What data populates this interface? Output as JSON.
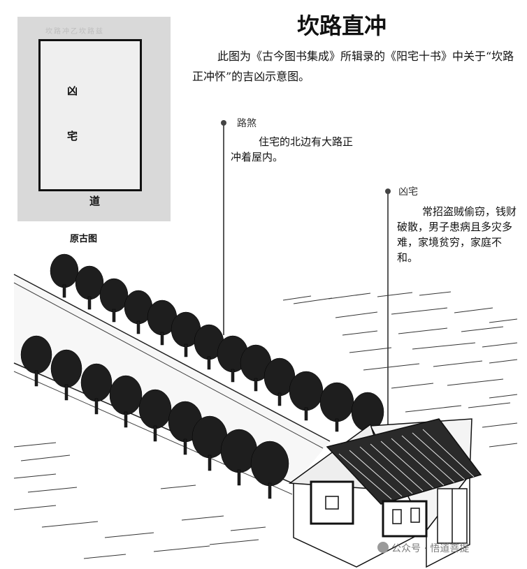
{
  "title": "坎路直冲",
  "intro": "此图为《古今图书集成》所辑录的《阳宅十书》中关于“坎路正冲怀”的吉凶示意图。",
  "original_figure": {
    "ghost_text": "坎路冲乙坎路兹",
    "characters": [
      "凶",
      "宅",
      "道"
    ],
    "caption": "原古图"
  },
  "annotations": [
    {
      "label": "路煞",
      "text": "住宅的北边有大路正冲着屋内。"
    },
    {
      "label": "凶宅",
      "text": "常招盗贼偷窃，钱财破散，男子患病且多灾多难，家境贫穷，家庭不和。"
    }
  ],
  "watermark": "公众号 · 悟道菩提"
}
